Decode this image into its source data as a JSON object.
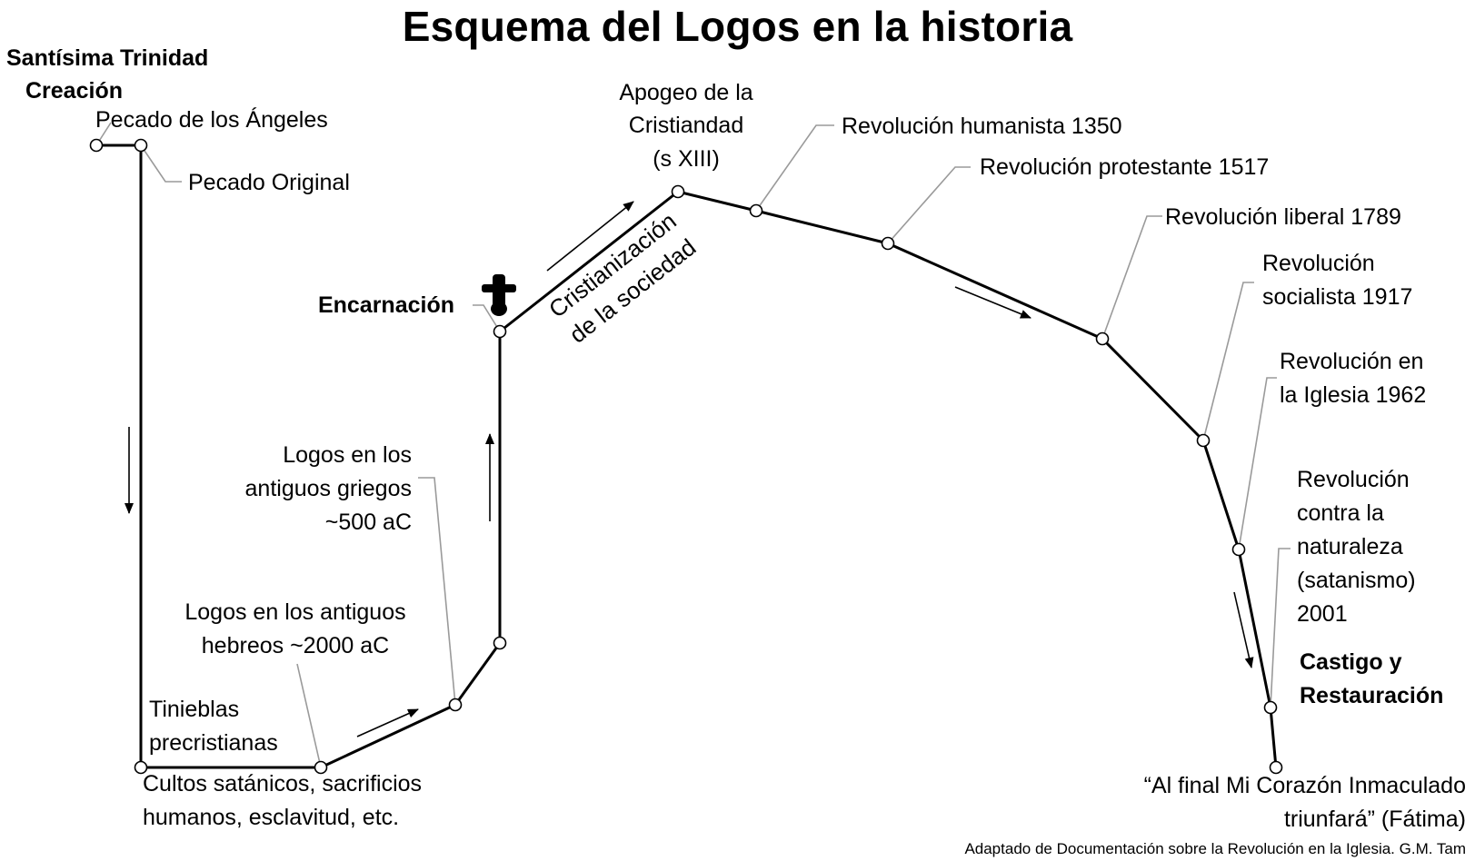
{
  "title": "Esquema del Logos en la historia",
  "credit": "Adaptado de Documentación sobre la Revolución en la Iglesia. G.M. Tam",
  "labels": {
    "trinidad": "Santísima Trinidad",
    "creacion": "Creación",
    "pecado_angeles": "Pecado de los Ángeles",
    "pecado_original": "Pecado Original",
    "tinieblas_1": "Tinieblas",
    "tinieblas_2": "precristianas",
    "cultos_1": "Cultos satánicos, sacrificios",
    "cultos_2": "humanos, esclavitud, etc.",
    "hebreos_1": "Logos en los antiguos",
    "hebreos_2": "hebreos ~2000 aC",
    "griegos_1": "Logos en los",
    "griegos_2": "antiguos griegos",
    "griegos_3": "~500 aC",
    "encarnacion": "Encarnación",
    "cristianizacion_1": "Cristianización",
    "cristianizacion_2": "de la sociedad",
    "apogeo_1": "Apogeo de la",
    "apogeo_2": "Cristiandad",
    "apogeo_3": "(s XIII)",
    "humanista": "Revolución humanista 1350",
    "protestante": "Revolución protestante 1517",
    "liberal": "Revolución liberal 1789",
    "socialista_1": "Revolución",
    "socialista_2": "socialista 1917",
    "iglesia_1": "Revolución en",
    "iglesia_2": "la Iglesia 1962",
    "naturaleza_1": "Revolución",
    "naturaleza_2": "contra la",
    "naturaleza_3": "naturaleza",
    "naturaleza_4": "(satanismo)",
    "naturaleza_5": "2001",
    "castigo_1": "Castigo y",
    "castigo_2": "Restauración",
    "fatima_1": "“Al final Mi Corazón Inmaculado",
    "fatima_2": "triunfará” (Fátima)"
  },
  "icons": {
    "cross": "latin-cross-icon"
  },
  "colors": {
    "line": "#000000",
    "leader": "#9a9a9a",
    "node_fill": "#ffffff"
  }
}
